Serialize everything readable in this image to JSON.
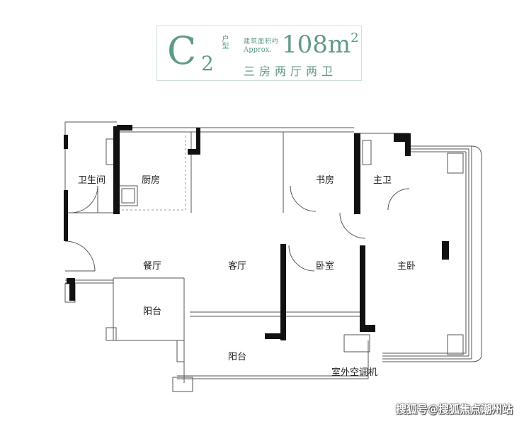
{
  "header": {
    "type_letter": "C",
    "type_number": "2",
    "type_vertical": "户型",
    "area_label": "建筑面积约",
    "area_approx": "Approx.",
    "area_value": "108m",
    "area_superscript": "2",
    "layout": "三房两厅两卫"
  },
  "rooms": {
    "bathroom": "卫生间",
    "kitchen": "厨房",
    "study": "书房",
    "master_bath": "主卫",
    "dining": "餐厅",
    "living": "客厅",
    "bedroom": "卧室",
    "master_bedroom": "主卧",
    "balcony_small": "阳台",
    "balcony_large": "阳台",
    "ac_unit": "室外空调机"
  },
  "watermark": "搜狐号@搜狐焦点潮州站",
  "colors": {
    "accent": "#5f9b84",
    "wall": "#111111",
    "line": "#555555"
  }
}
